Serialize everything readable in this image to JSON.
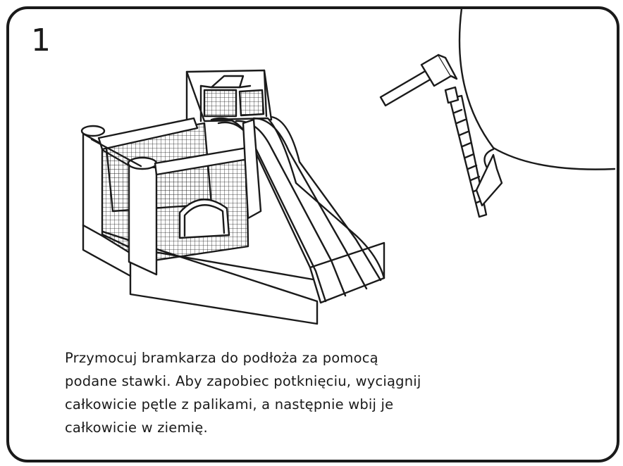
{
  "step": {
    "number": "1"
  },
  "instruction": {
    "lines": [
      "Przymocuj bramkarza do podłoża za pomocą",
      "podane stawki. Aby zapobiec potknięciu, wyciągnij",
      "całkowicie pętle z palikami, a następnie wbij je",
      "całkowicie w ziemię."
    ]
  },
  "illustrations": {
    "left": "inflatable-bounce-house-with-slide",
    "right": "hammer-driving-ground-stake"
  },
  "colors": {
    "line": "#1a1a1a",
    "background": "#ffffff"
  }
}
